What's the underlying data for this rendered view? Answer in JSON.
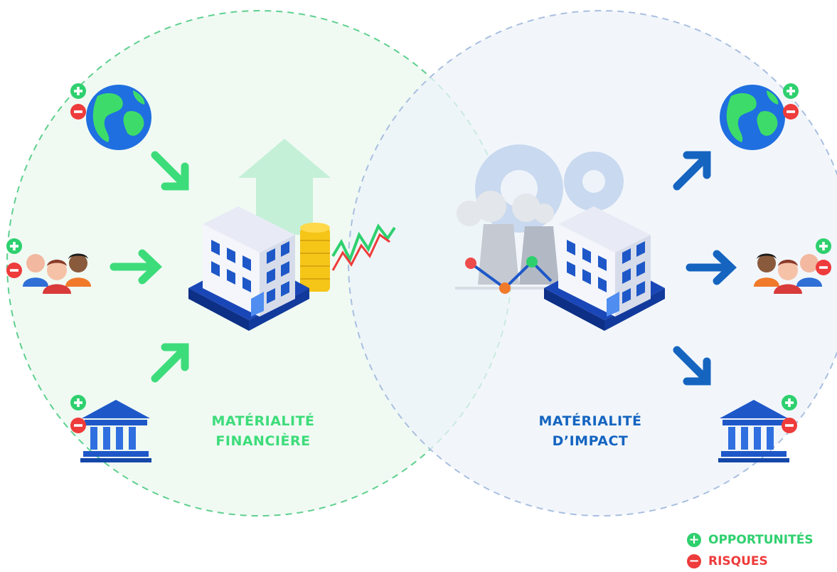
{
  "diagram": {
    "left_label_line1": "MATÉRIALITÉ",
    "left_label_line2": "FINANCIÈRE",
    "right_label_line1": "MATÉRIALITÉ",
    "right_label_line2": "D’IMPACT"
  },
  "legend": {
    "plus_symbol": "+",
    "plus_label": "OPPORTUNITÉS",
    "minus_symbol": "−",
    "minus_label": "RISQUES"
  },
  "colors": {
    "financial_green": "#3ddc7a",
    "impact_blue": "#1565c0",
    "risk_red": "#ee3b3b",
    "opportunity_green": "#2ed06e"
  }
}
